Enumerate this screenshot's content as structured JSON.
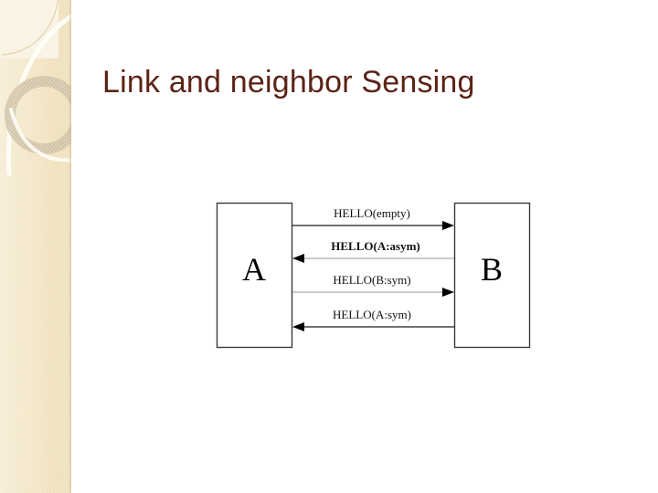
{
  "slide": {
    "title": "Link and neighbor Sensing",
    "title_color": "#5b2316",
    "background_color": "#ffffff"
  },
  "sidebar": {
    "band_color": "#f2e4c4",
    "ring_color": "#cbbda0",
    "arc_color": "#ffffff",
    "square_color": "#f8f0de"
  },
  "diagram": {
    "type": "sequence-diagram",
    "nodes": [
      {
        "id": "A",
        "label": "A",
        "side": "left"
      },
      {
        "id": "B",
        "label": "B",
        "side": "right"
      }
    ],
    "messages": [
      {
        "index": 1,
        "label": "HELLO(empty)",
        "from": "A",
        "to": "B",
        "direction": "right",
        "emphasis": "normal"
      },
      {
        "index": 2,
        "label": "HELLO(A:asym)",
        "from": "B",
        "to": "A",
        "direction": "left",
        "emphasis": "bold"
      },
      {
        "index": 3,
        "label": "HELLO(B:sym)",
        "from": "A",
        "to": "B",
        "direction": "right",
        "emphasis": "normal"
      },
      {
        "index": 4,
        "label": "HELLO(A:sym)",
        "from": "B",
        "to": "A",
        "direction": "left",
        "emphasis": "normal"
      }
    ]
  }
}
